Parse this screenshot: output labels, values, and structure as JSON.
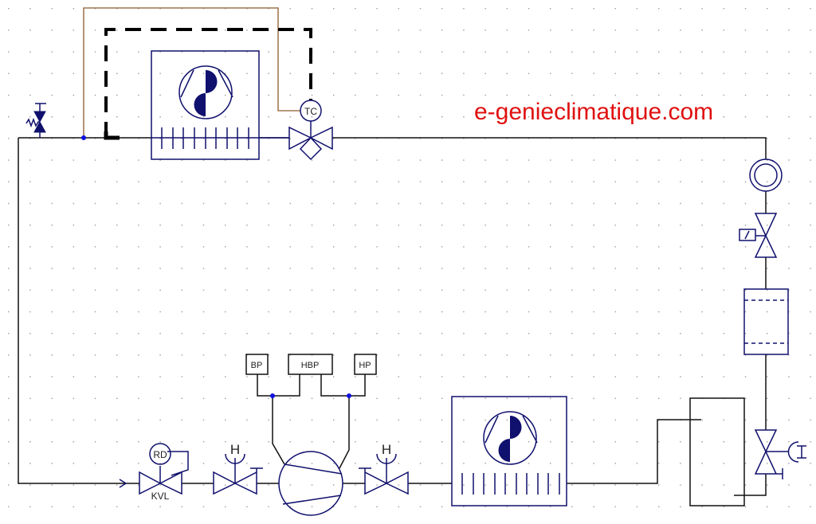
{
  "site_watermark": "e-genieclimatique.com",
  "labels": {
    "thermostat": "TC",
    "pressure_regulator": "RD",
    "valve_kvl": "KVL",
    "low_pressure": "BP",
    "dual_pressure": "HBP",
    "high_pressure": "HP",
    "hand_valve_1": "H",
    "hand_valve_2": "H"
  },
  "colors": {
    "pipe": "#111111",
    "component": "#10106e",
    "capillary": "#8b5a2b",
    "watermark": "#e01010"
  }
}
